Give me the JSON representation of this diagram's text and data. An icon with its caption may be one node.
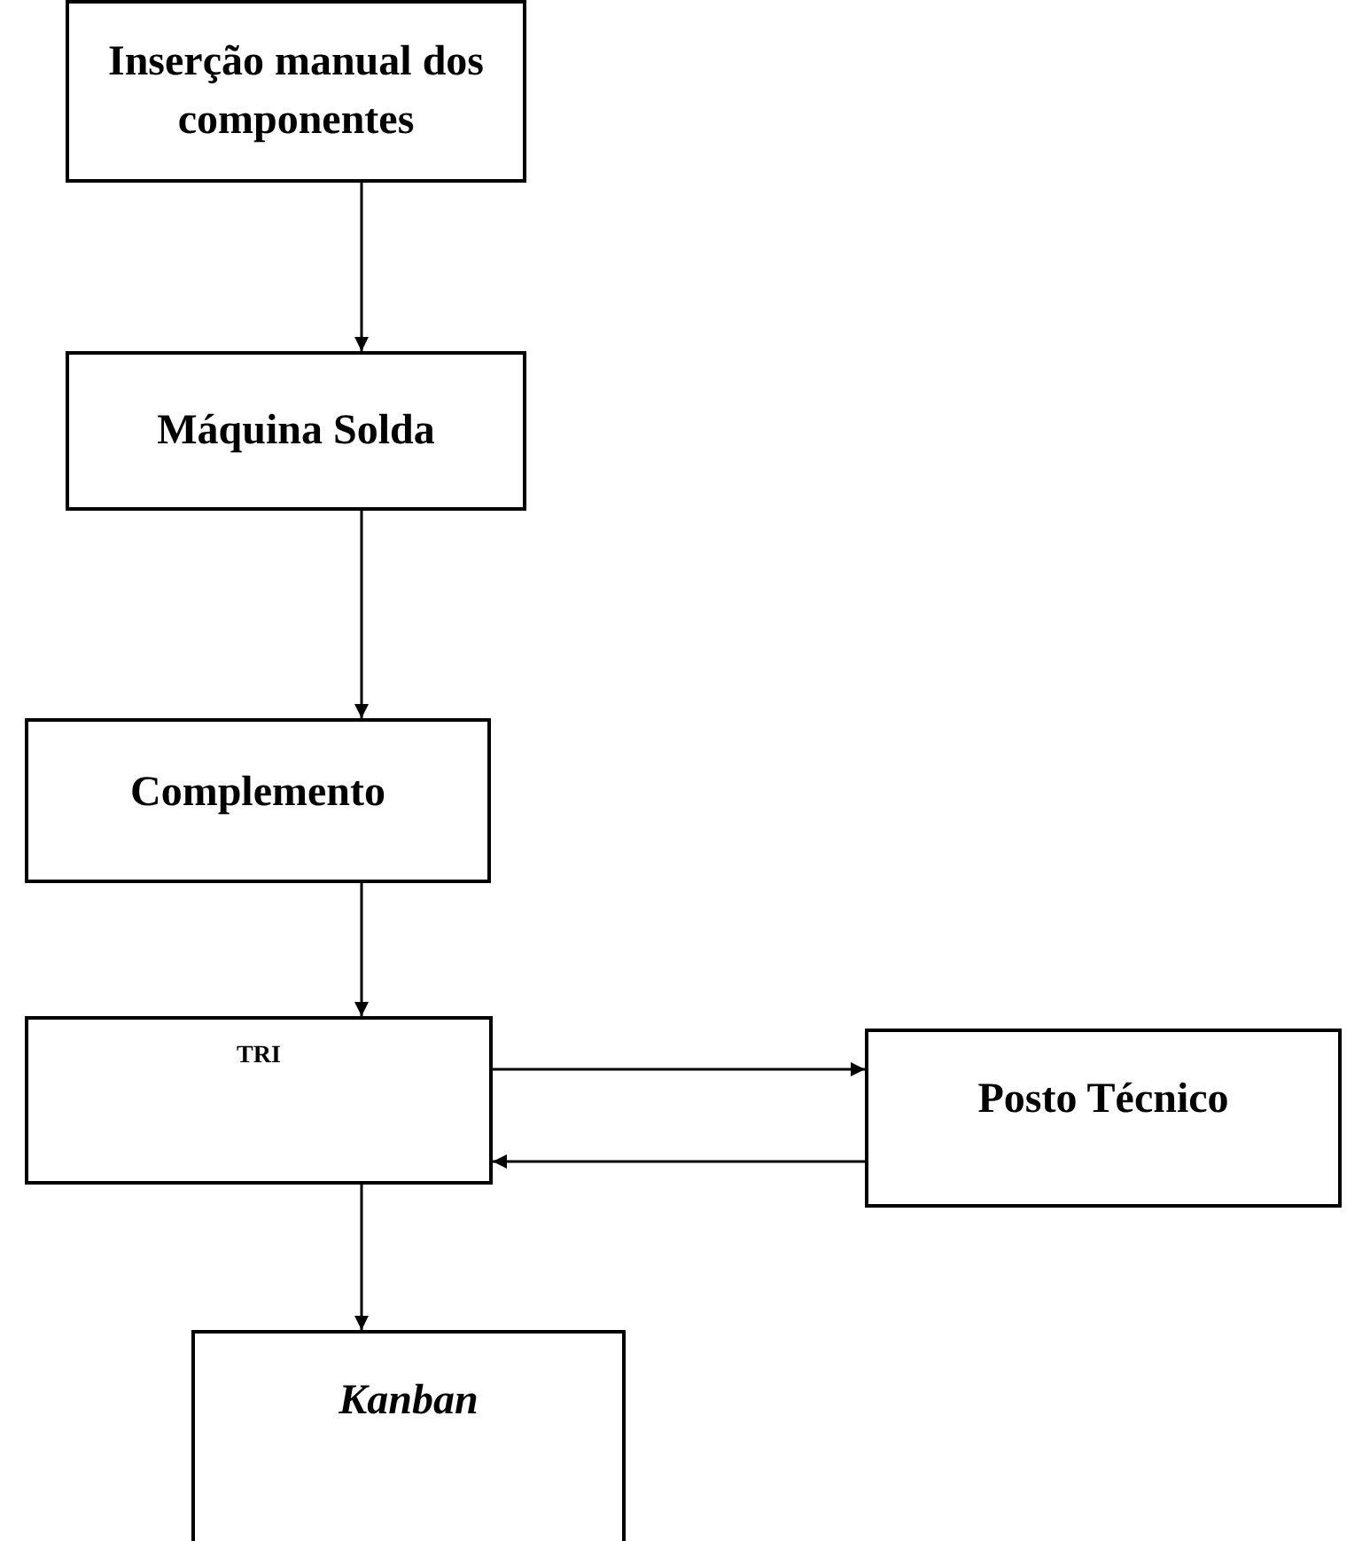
{
  "diagram": {
    "nodes": [
      {
        "text": [
          "Inserção manual dos componentes"
        ]
      },
      {
        "text": [
          "Máquina Solda"
        ]
      },
      {
        "text": [
          "Complemento"
        ]
      },
      {
        "text": [
          "TRI"
        ]
      },
      {
        "text": [
          "Posto Técnico"
        ]
      },
      {
        "text": [
          "Kanban"
        ]
      }
    ],
    "edges": [
      {
        "from": 0,
        "to": 1,
        "arrow": "to"
      },
      {
        "from": 1,
        "to": 2,
        "arrow": "to"
      },
      {
        "from": 2,
        "to": 3,
        "arrow": "to"
      },
      {
        "from": 3,
        "to": 4,
        "arrow": "to"
      },
      {
        "from": 4,
        "to": 3,
        "arrow": "to"
      },
      {
        "from": 3,
        "to": 5,
        "arrow": "to"
      }
    ]
  }
}
